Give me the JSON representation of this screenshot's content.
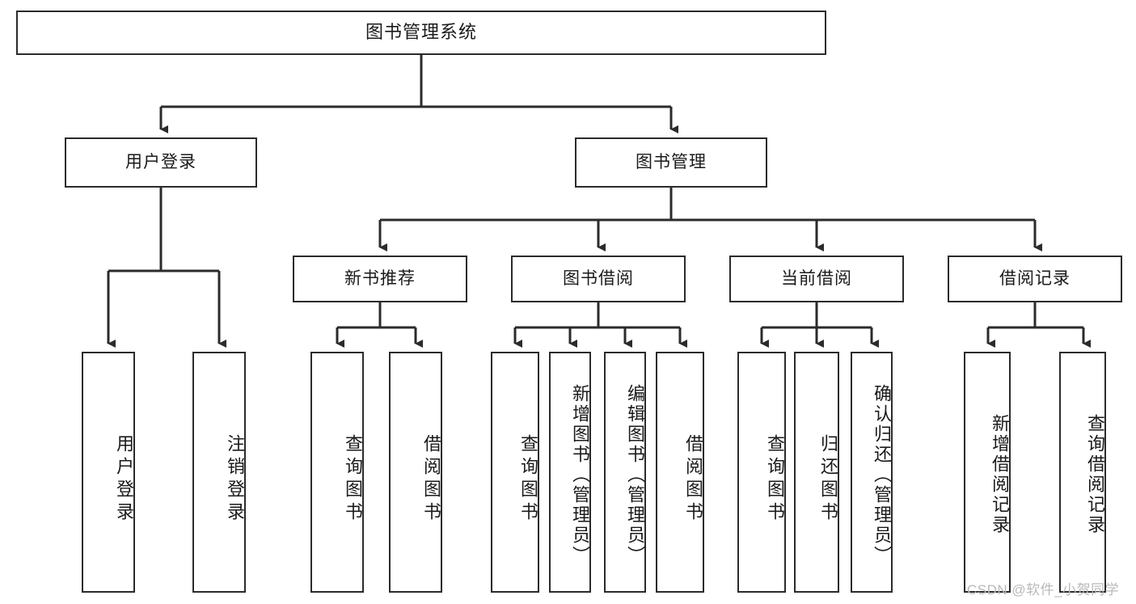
{
  "diagram": {
    "title": "图书管理系统",
    "type": "tree-hierarchy-chart",
    "watermark": "CSDN @软件_小贺同学",
    "colors": {
      "stroke": "#2b2b2b",
      "fill": "#ffffff",
      "text": "#1a1a1a",
      "watermark": "#b9b9b9"
    },
    "nodes": {
      "root": {
        "label": "图书管理系统"
      },
      "level2": [
        {
          "label": "用户登录"
        },
        {
          "label": "图书管理"
        }
      ],
      "level3": [
        {
          "label": "新书推荐"
        },
        {
          "label": "图书借阅"
        },
        {
          "label": "当前借阅"
        },
        {
          "label": "借阅记录"
        }
      ],
      "leaves": {
        "user_login": [
          {
            "label": "用户登录"
          },
          {
            "label": "注销登录"
          }
        ],
        "new_book_recommend": [
          {
            "label": "查询图书"
          },
          {
            "label": "借阅图书"
          }
        ],
        "book_borrow": [
          {
            "label": "查询图书"
          },
          {
            "label": "新增图书（管理员）"
          },
          {
            "label": "编辑图书（管理员）"
          },
          {
            "label": "借阅图书"
          }
        ],
        "current_borrow": [
          {
            "label": "查询图书"
          },
          {
            "label": "归还图书"
          },
          {
            "label": "确认归还（管理员）"
          }
        ],
        "borrow_record": [
          {
            "label": "新增借阅记录"
          },
          {
            "label": "查询借阅记录"
          }
        ]
      }
    }
  }
}
